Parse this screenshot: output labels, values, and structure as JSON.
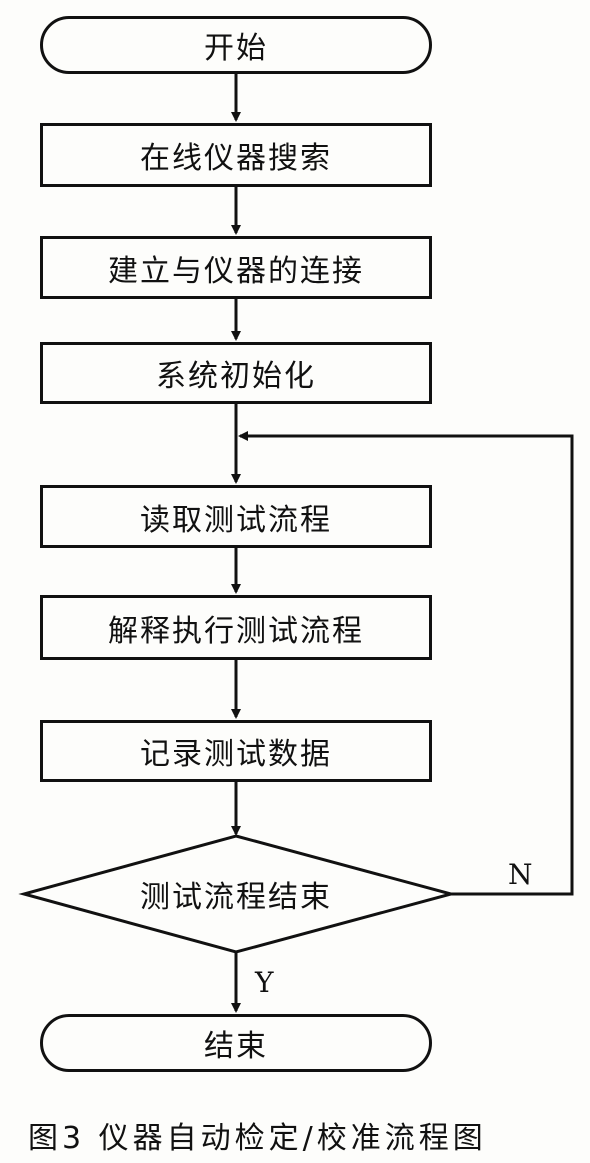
{
  "flowchart": {
    "nodes": [
      {
        "id": "start",
        "text": "开始",
        "shape": "terminal"
      },
      {
        "id": "search",
        "text": "在线仪器搜索",
        "shape": "process"
      },
      {
        "id": "connect",
        "text": "建立与仪器的连接",
        "shape": "process"
      },
      {
        "id": "init",
        "text": "系统初始化",
        "shape": "process"
      },
      {
        "id": "read",
        "text": "读取测试流程",
        "shape": "process"
      },
      {
        "id": "execute",
        "text": "解释执行测试流程",
        "shape": "process"
      },
      {
        "id": "record",
        "text": "记录测试数据",
        "shape": "process"
      },
      {
        "id": "decision",
        "text": "测试流程结束",
        "shape": "decision"
      },
      {
        "id": "end",
        "text": "结束",
        "shape": "terminal"
      }
    ],
    "edges": [
      {
        "from": "start",
        "to": "search"
      },
      {
        "from": "search",
        "to": "connect"
      },
      {
        "from": "connect",
        "to": "init"
      },
      {
        "from": "init",
        "to": "read"
      },
      {
        "from": "read",
        "to": "execute"
      },
      {
        "from": "execute",
        "to": "record"
      },
      {
        "from": "record",
        "to": "decision"
      },
      {
        "from": "decision",
        "to": "end",
        "label": "Y"
      },
      {
        "from": "decision",
        "to": "read",
        "label": "N"
      }
    ],
    "labels": {
      "yes": "Y",
      "no": "N"
    }
  },
  "caption": "图3  仪器自动检定/校准流程图",
  "colors": {
    "stroke": "#111111",
    "background": "#fdfdfb"
  }
}
